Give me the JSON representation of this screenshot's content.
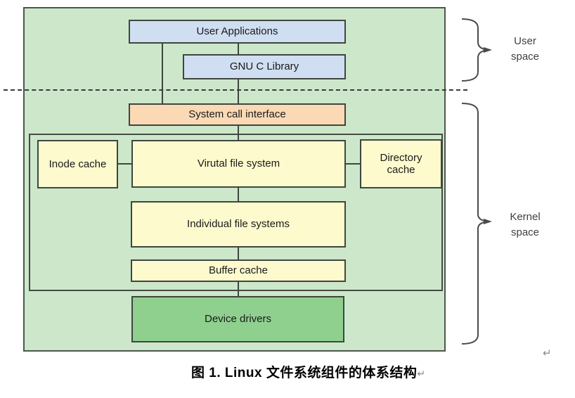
{
  "diagram": {
    "boxes": {
      "user_applications": {
        "label": "User Applications"
      },
      "gnu_c_library": {
        "label": "GNU C Library"
      },
      "system_call_interface": {
        "label": "System call interface"
      },
      "inode_cache": {
        "label": "Inode cache"
      },
      "virtual_file_system": {
        "label": "Virutal file system"
      },
      "directory_cache": {
        "label": "Directory cache"
      },
      "individual_file_systems": {
        "label": "Individual file systems"
      },
      "buffer_cache": {
        "label": "Buffer cache"
      },
      "device_drivers": {
        "label": "Device drivers"
      }
    },
    "regions": {
      "user_space": {
        "line1": "User",
        "line2": "space"
      },
      "kernel_space": {
        "line1": "Kernel",
        "line2": "space"
      }
    },
    "caption": "图 1. Linux 文件系统组件的体系结构",
    "return_mark": "↵",
    "colors": {
      "background": "#ffffff",
      "panel_green": "#cde7cb",
      "box_blue": "#d0def2",
      "box_orange": "#fbd9b5",
      "box_yellow": "#fdfacd",
      "box_green": "#8fd08f",
      "border": "#3f463f",
      "brace": "#4a4a4a"
    }
  }
}
